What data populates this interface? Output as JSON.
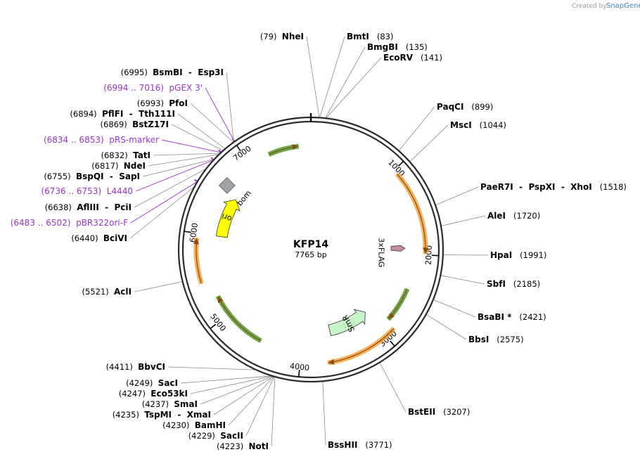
{
  "credit": {
    "prefix": "Created by",
    "brand": "SnapGene"
  },
  "plasmid": {
    "name": "KFP14",
    "size_label": "7765 bp",
    "length": 7765
  },
  "ticks": [
    {
      "pos": 1000,
      "label": "1000"
    },
    {
      "pos": 2000,
      "label": "2000"
    },
    {
      "pos": 3000,
      "label": "3000"
    },
    {
      "pos": 4000,
      "label": "4000"
    },
    {
      "pos": 5000,
      "label": "5000"
    },
    {
      "pos": 6000,
      "label": "6000"
    },
    {
      "pos": 7000,
      "label": "7000"
    }
  ],
  "features": [
    {
      "name": "",
      "type": "orange",
      "start": 1050,
      "end": 1990
    },
    {
      "name": "3xFLAG",
      "type": "flag",
      "start": 1890,
      "end": 1960
    },
    {
      "name": "",
      "type": "green",
      "start": 2420,
      "end": 2850
    },
    {
      "name": "SmR",
      "type": "smr",
      "start": 3000,
      "end": 3600
    },
    {
      "name": "",
      "type": "orange",
      "start": 2880,
      "end": 3700
    },
    {
      "name": "",
      "type": "green",
      "start": 4500,
      "end": 5250
    },
    {
      "name": "",
      "type": "orange",
      "start": 5450,
      "end": 5950
    },
    {
      "name": "ori",
      "type": "ori",
      "start": 6000,
      "end": 6550
    },
    {
      "name": "bom",
      "type": "bom",
      "start": 6600,
      "end": 6660
    },
    {
      "name": "",
      "type": "green",
      "start": 7250,
      "end": 7620
    }
  ],
  "labels": [
    {
      "kind": "site",
      "name": "NheI",
      "pos_text": "(79)",
      "loc": 79
    },
    {
      "kind": "site",
      "name": "BmtI",
      "pos_text": "(83)",
      "loc": 83
    },
    {
      "kind": "site",
      "name": "BmgBI",
      "pos_text": "(135)",
      "loc": 135
    },
    {
      "kind": "site",
      "name": "EcoRV",
      "pos_text": "(141)",
      "loc": 141
    },
    {
      "kind": "site",
      "name": "PaqCI",
      "pos_text": "(899)",
      "loc": 899
    },
    {
      "kind": "site",
      "name": "MscI",
      "pos_text": "(1044)",
      "loc": 1044
    },
    {
      "kind": "site",
      "name": "PaeR7I  -  PspXI  -  XhoI",
      "pos_text": "(1518)",
      "loc": 1518
    },
    {
      "kind": "site",
      "name": "AleI",
      "pos_text": "(1720)",
      "loc": 1720
    },
    {
      "kind": "site",
      "name": "HpaI",
      "pos_text": "(1991)",
      "loc": 1991
    },
    {
      "kind": "site",
      "name": "SbfI",
      "pos_text": "(2185)",
      "loc": 2185
    },
    {
      "kind": "site",
      "name": "BsaBI *",
      "pos_text": "(2421)",
      "loc": 2421
    },
    {
      "kind": "site",
      "name": "BbsI",
      "pos_text": "(2575)",
      "loc": 2575
    },
    {
      "kind": "site",
      "name": "BstEII",
      "pos_text": "(3207)",
      "loc": 3207
    },
    {
      "kind": "site",
      "name": "BssHII",
      "pos_text": "(3771)",
      "loc": 3771
    },
    {
      "kind": "site",
      "name": "NotI",
      "pos_text": "(4223)",
      "loc": 4223
    },
    {
      "kind": "site",
      "name": "SacII",
      "pos_text": "(4229)",
      "loc": 4229
    },
    {
      "kind": "site",
      "name": "BamHI",
      "pos_text": "(4230)",
      "loc": 4230
    },
    {
      "kind": "site",
      "name": "TspMI  -  XmaI",
      "pos_text": "(4235)",
      "loc": 4235
    },
    {
      "kind": "site",
      "name": "SmaI",
      "pos_text": "(4237)",
      "loc": 4237
    },
    {
      "kind": "site",
      "name": "Eco53kI",
      "pos_text": "(4247)",
      "loc": 4247
    },
    {
      "kind": "site",
      "name": "SacI",
      "pos_text": "(4249)",
      "loc": 4249
    },
    {
      "kind": "site",
      "name": "BbvCI",
      "pos_text": "(4411)",
      "loc": 4411
    },
    {
      "kind": "site",
      "name": "AclI",
      "pos_text": "(5521)",
      "loc": 5521
    },
    {
      "kind": "site",
      "name": "BciVI",
      "pos_text": "(6440)",
      "loc": 6440
    },
    {
      "kind": "primer",
      "name": "pBR322ori-F",
      "pos_text": "(6483 .. 6502)",
      "loc": 6492
    },
    {
      "kind": "site",
      "name": "AflIII  -  PciI",
      "pos_text": "(6638)",
      "loc": 6638
    },
    {
      "kind": "primer",
      "name": "L4440",
      "pos_text": "(6736 .. 6753)",
      "loc": 6744
    },
    {
      "kind": "site",
      "name": "BspQI  -  SapI",
      "pos_text": "(6755)",
      "loc": 6755
    },
    {
      "kind": "site",
      "name": "NdeI",
      "pos_text": "(6817)",
      "loc": 6817
    },
    {
      "kind": "site",
      "name": "TatI",
      "pos_text": "(6832)",
      "loc": 6832
    },
    {
      "kind": "primer",
      "name": "pRS-marker",
      "pos_text": "(6834 .. 6853)",
      "loc": 6843
    },
    {
      "kind": "site",
      "name": "BstZ17I",
      "pos_text": "(6869)",
      "loc": 6869
    },
    {
      "kind": "site",
      "name": "PflFI  -  Tth111I",
      "pos_text": "(6894)",
      "loc": 6894
    },
    {
      "kind": "site",
      "name": "PfoI",
      "pos_text": "(6993)",
      "loc": 6993
    },
    {
      "kind": "primer",
      "name": "pGEX 3'",
      "pos_text": "(6994 .. 7016)",
      "loc": 7005
    },
    {
      "kind": "site",
      "name": "BsmBI  -  Esp3I",
      "pos_text": "(6995)",
      "loc": 6995
    }
  ],
  "colors": {
    "backbone": "#2b2b2b",
    "orange_feature": "#f2a33a",
    "green_feature": "#4f9a2a",
    "feature_arrow": "#8b4a12",
    "smr": "#c8f5c8",
    "ori": "#ffff00",
    "bom": "#a0a4a8",
    "flag": "#c08aa8",
    "primer": "#9933cc",
    "leader": "#888888"
  }
}
